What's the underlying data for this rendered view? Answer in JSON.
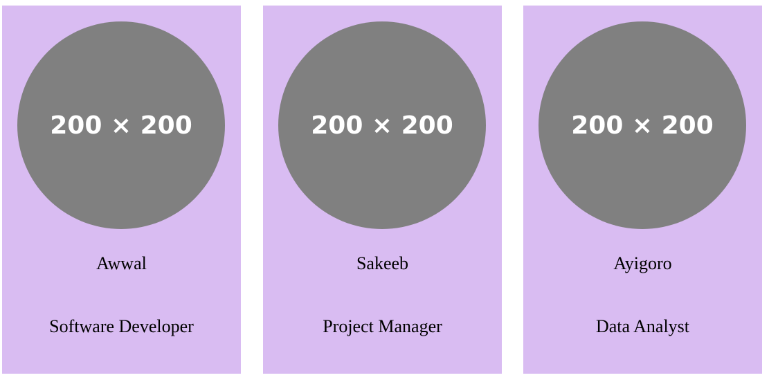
{
  "cards": [
    {
      "avatar_placeholder": "200 × 200",
      "name": "Awwal",
      "role": "Software Developer"
    },
    {
      "avatar_placeholder": "200 × 200",
      "name": "Sakeeb",
      "role": "Project Manager"
    },
    {
      "avatar_placeholder": "200 × 200",
      "name": "Ayigoro",
      "role": "Data Analyst"
    }
  ],
  "colors": {
    "card_background": "#d9bcf2",
    "avatar_background": "#808080",
    "avatar_text": "#ffffff",
    "page_background": "#ffffff"
  }
}
